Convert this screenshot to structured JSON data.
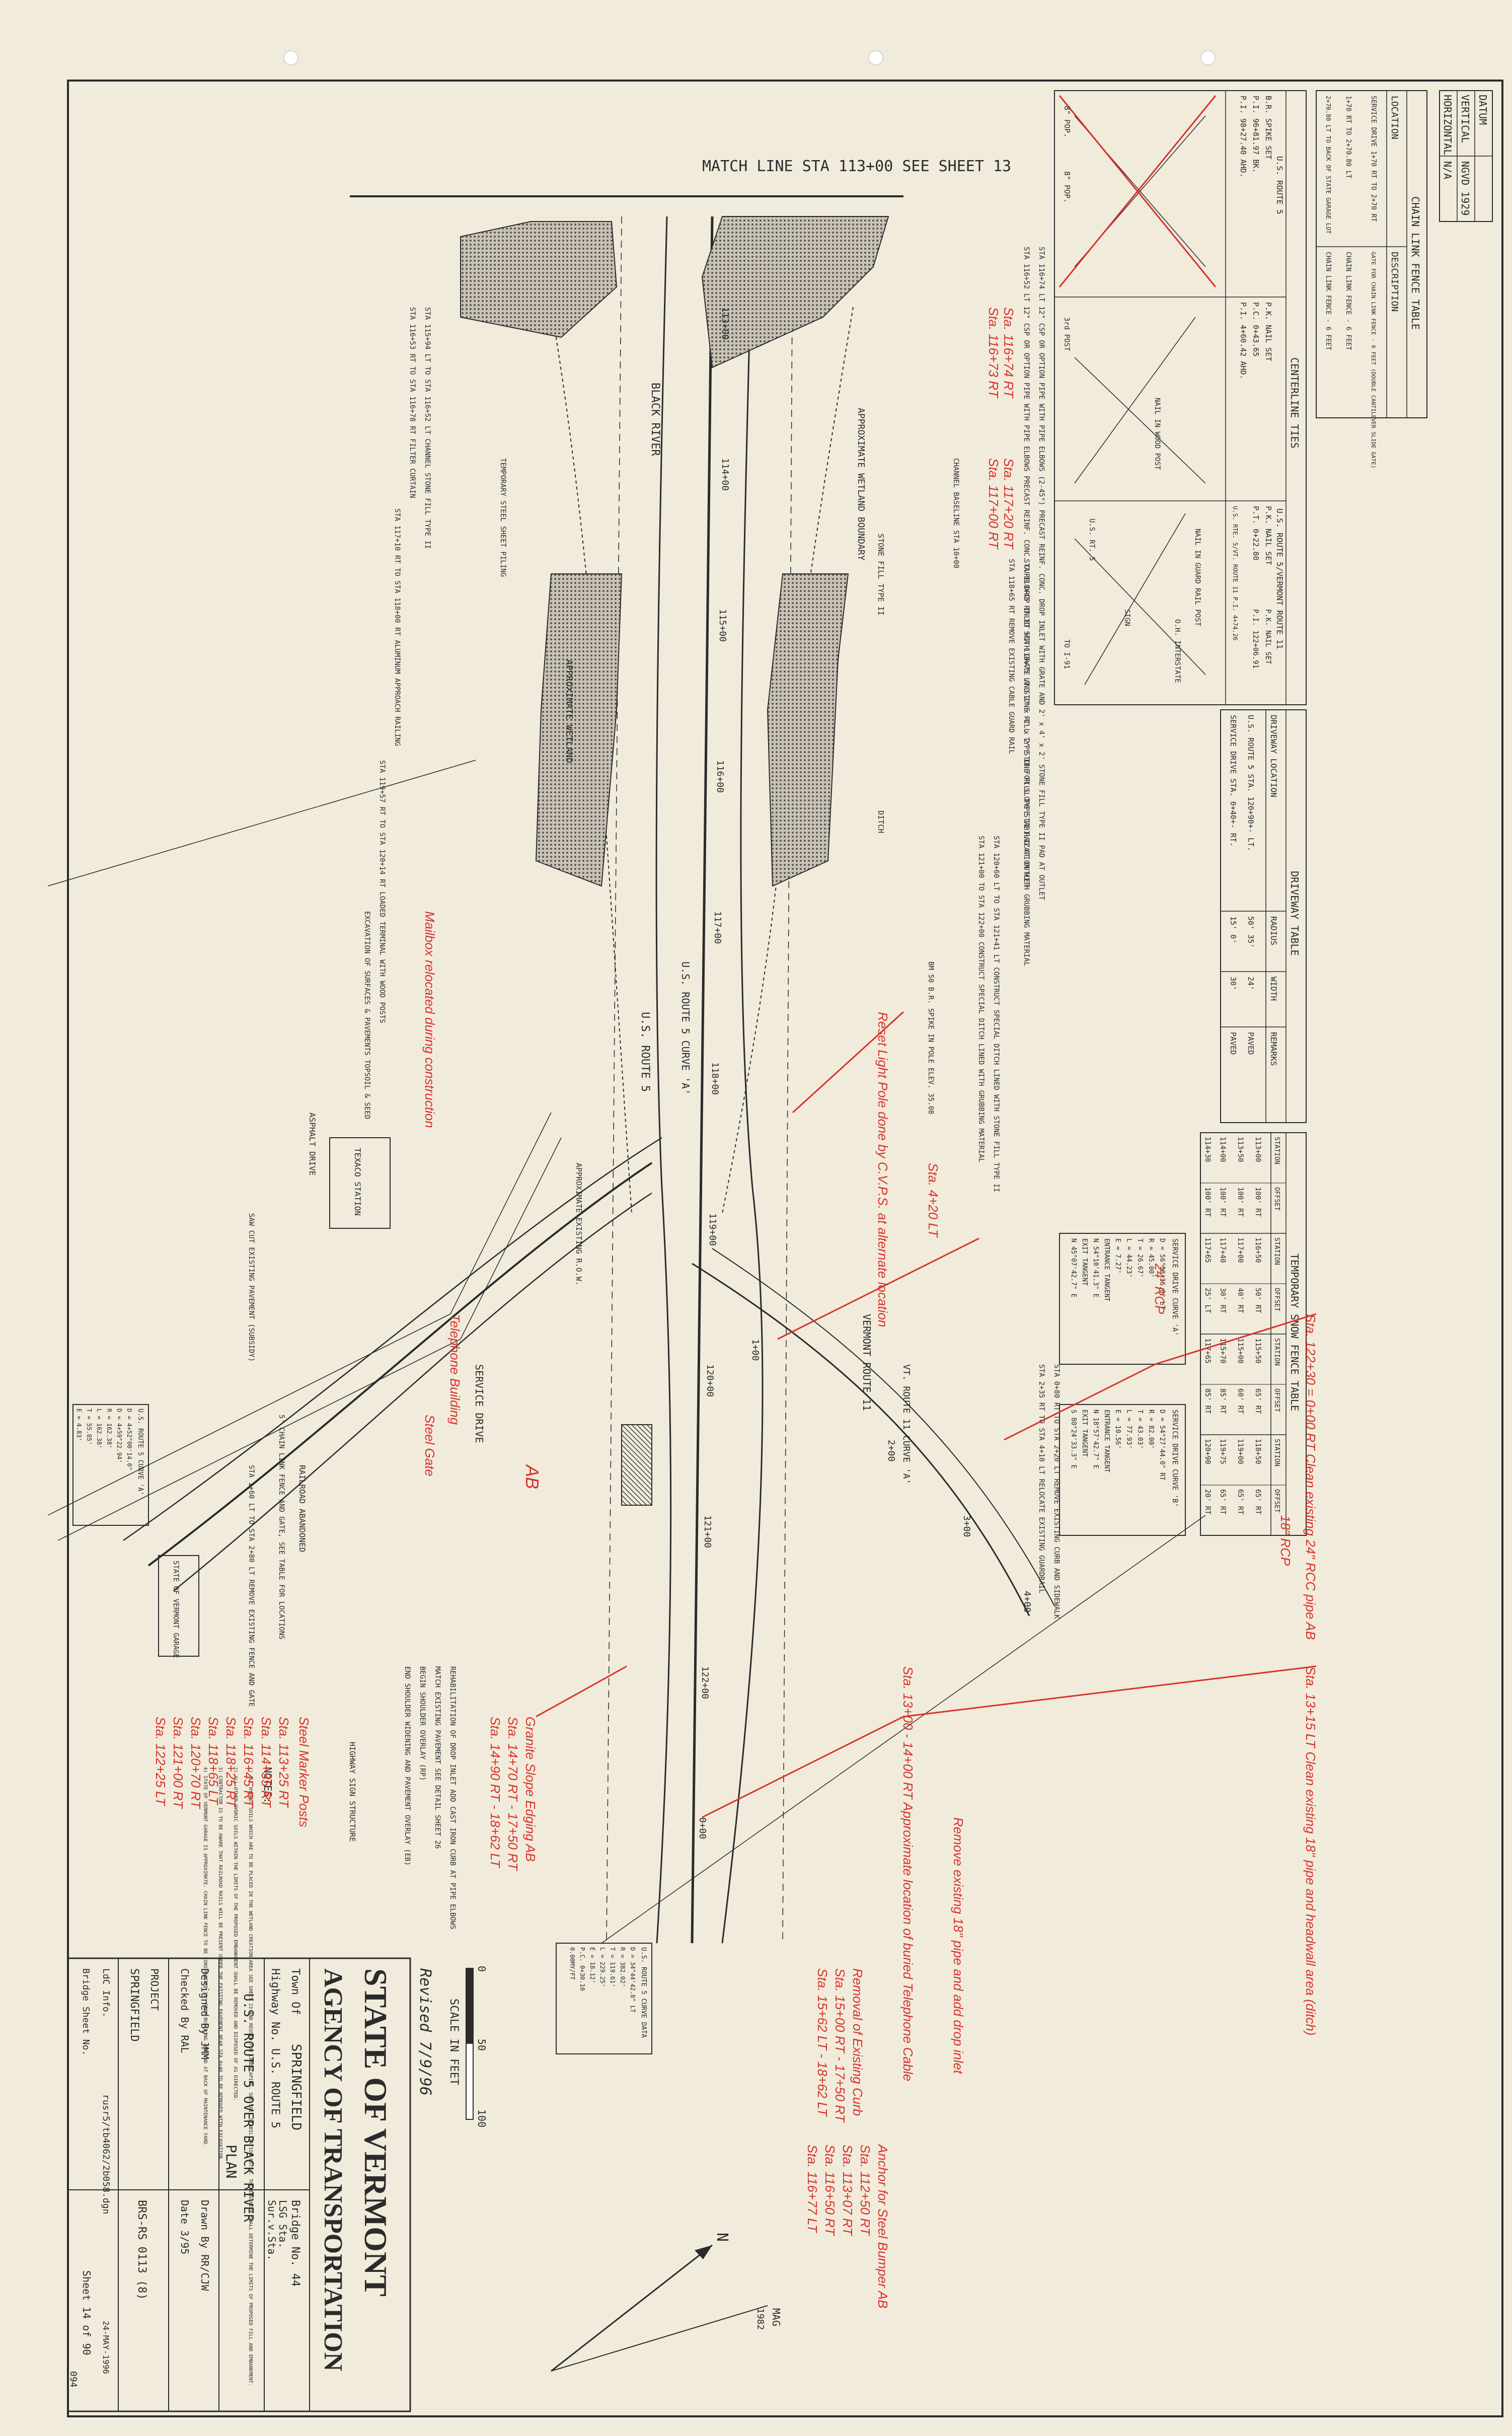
{
  "title_block": {
    "state": "STATE OF VERMONT",
    "agency": "AGENCY OF TRANSPORTATION",
    "town_label": "Town Of",
    "town": "SPRINGFIELD",
    "bridge_no": "Bridge No. 44",
    "highway": "Highway No. U.S. ROUTE 5",
    "lsg": "LSG Sta.",
    "survey": "Sur.v.Sta.",
    "project_desc": "U.S. ROUTE 5 OVER BLACK RIVER",
    "sheet_type": "PLAN",
    "designed_by": "Designed By JMM",
    "drawn_by": "Drawn By RR/CJW",
    "checked_by": "Checked By RAL",
    "date": "Date 3/95",
    "project_label": "PROJECT",
    "project_town": "SPRINGFIELD",
    "project_no": "BRS-RS 0113 (8)",
    "ldc_info": "LdC Info.",
    "file": "rusr5/tb4062/2b058.dgn",
    "bridge_sheet": "Bridge Sheet No.",
    "sheet_of": "Sheet 14 of 90",
    "plot_date": "24-MAY-1996",
    "revised": "Revised 7/9/96",
    "scale_label": "SCALE IN FEET",
    "scale_ticks": [
      "0",
      "50",
      "100"
    ],
    "north_label": "N",
    "mag_label": "MAG",
    "mag_year": "1982",
    "page_no": "094"
  },
  "datum": {
    "rows": [
      [
        "DATUM",
        ""
      ],
      [
        "VERTICAL",
        "NGVD 1929"
      ],
      [
        "HORIZONTAL",
        "N/A"
      ]
    ]
  },
  "chain_link_table": {
    "title": "CHAIN LINK FENCE TABLE",
    "headers": [
      "LOCATION",
      "DESCRIPTION"
    ],
    "rows": [
      [
        "SERVICE DRIVE 1+70 RT TO 2+70 RT",
        "GATE FOR CHAIN LINK FENCE - 6 FEET (DOUBLE CANTILEVER SLIDE GATE)"
      ],
      [
        "1+70 RT TO 2+70.80 LT",
        "CHAIN LINK FENCE - 6 FEET"
      ],
      [
        "2+70.80 LT TO BACK OF STATE GARAGE LOT",
        "CHAIN LINK FENCE - 6 FEET"
      ]
    ]
  },
  "centerline_ties": {
    "title": "CENTERLINE TIES",
    "headers": [
      "U.S. ROUTE 5",
      "U.S. ROUTE 5/VERMONT ROUTE 11"
    ],
    "left_rows": [
      "B.R. SPIKE SET",
      "P.I. 96+81.97 BK.",
      "P.I. 98+27.40 AHD."
    ],
    "mid_rows": [
      "P.K. NAIL SET",
      "P.C. 0+43.65",
      "P.I. 4+60.42 AHD."
    ],
    "right_rows": [
      "P.K. NAIL SET",
      "P.T. 0+22.80"
    ],
    "extra_rows": [
      "P.K. NAIL SET",
      "P.I. 122+06.91",
      "U.S. RTE. 5/VT. ROUTE 11 P.I. 4+74.26"
    ],
    "tie_labels": [
      "8\" POP.",
      "8\" POP.",
      "NAIL IN WOOD POST",
      "NAIL IN GUARD RAIL POST",
      "O.H. INTERSTATE",
      "U.S. RT. 5",
      "TO I-91",
      "3rd POST",
      "SIGN"
    ]
  },
  "driveway_table": {
    "title": "DRIVEWAY TABLE",
    "headers": [
      "DRIVEWAY LOCATION",
      "RADIUS",
      "WIDTH",
      "REMARKS"
    ],
    "rows": [
      [
        "U.S. ROUTE 5 STA. 120+90+- LT.",
        "50' 35'",
        "24'",
        "PAVED"
      ],
      [
        "SERVICE DRIVE STA. 0+40+- RT.",
        "15' 0'",
        "30'",
        "PAVED"
      ]
    ]
  },
  "snow_fence_table": {
    "title": "TEMPORARY SNOW FENCE TABLE",
    "headers": [
      "STATION",
      "OFFSET",
      "STATION",
      "OFFSET",
      "STATION",
      "OFFSET",
      "STATION",
      "OFFSET"
    ],
    "rows": [
      [
        "113+00",
        "100' RT",
        "116+50",
        "50' RT",
        "115+50",
        "65' RT",
        "118+50",
        "65' RT"
      ],
      [
        "113+50",
        "100' RT",
        "117+00",
        "40' RT",
        "115+00",
        "60' RT",
        "119+00",
        "65' RT"
      ],
      [
        "114+00",
        "100' RT",
        "117+40",
        "30' RT",
        "115+70",
        "85' RT",
        "119+75",
        "65' RT"
      ],
      [
        "114+30",
        "100' RT",
        "117+65",
        "25' LT",
        "117+65",
        "85' RT",
        "120+90",
        "20' RT"
      ]
    ]
  },
  "curve_data": [
    {
      "title": "SERVICE DRIVE CURVE 'A'",
      "rows": [
        "D = 56°18'36.0\" LT",
        "R = 45.00'",
        "T = 26.67'",
        "L = 44.23'",
        "E = 7.27'",
        "ENTRANCE TANGENT",
        "N 54°10'41.3\" E",
        "EXIT TANGENT",
        "N 45°07'42.7\" E"
      ]
    },
    {
      "title": "SERVICE DRIVE CURVE 'B'",
      "rows": [
        "D = 54°27'44.0\" RT",
        "R = 82.00'",
        "T = 43.03'",
        "L = 77.93'",
        "E = 10.56'",
        "ENTRANCE TANGENT",
        "N 18°57'42.7\" E",
        "EXIT TANGENT",
        "S 80°24'33.3\" E"
      ]
    },
    {
      "title": "U.S. ROUTE 5 CURVE 'A'",
      "rows": [
        "D = 4+52°00'14.0\"",
        "D = 4+59°22.94'",
        "R = 162.38'",
        "L = 162.38'",
        "T = 55.85'",
        "E = 4.83'"
      ]
    },
    {
      "title": "U.S. ROUTE 5 CURVE DATA",
      "rows": [
        "D = 34°44'42.8\" LT",
        "R = 382.02'",
        "T = 119.61'",
        "L = 229.25'",
        "E = 18.12'",
        "P.C. 0+30.10",
        "0.00MY/FT"
      ]
    }
  ],
  "notes": {
    "title": "NOTES:",
    "items": [
      "1) ALL HYDRIC SOILS WHICH ARE TO BE PLACED IN THE WETLAND CREATION AREA SEE SHEET 23 AND REUSED FOR LANDSCAPING. SEE SOIL STABILIZATION NOTES. THE ENGINEER SHALL DETERMINE THE LIMITS OF PROPOSED FILL AND EMBANKMENT.",
      "2) ALL OTHER HYDRIC SOILS WITHIN THE LIMITS OF THE PROPOSED EMBANKMENT SHALL BE REMOVED AND DISPOSED OF AS DIRECTED.",
      "3) CONTRACTOR IS TO BE AWARE THAT RAILROAD RAILS WILL BE PRESENT UNDER THE EXISTING PAVEMENT NEAR STA 0+40 TO BE REMOVED WITH EXCAVATION.",
      "4) STATE OF VERMONT GARAGE IS APPROXIMATE. CHAIN LINK FENCE TO BE CONSTRUCTED 35' FROM BUILDING AND END AT BACK OF MAINTENANCE YARD."
    ]
  },
  "plan_labels": {
    "match_line": "MATCH LINE STA 113+00 SEE SHEET 13",
    "stations": [
      "113+00",
      "114+00",
      "115+00",
      "116+00",
      "117+00",
      "118+00",
      "119+00",
      "120+00",
      "121+00",
      "122+00",
      "0+00",
      "1+00",
      "2+00",
      "3+00",
      "4+00"
    ],
    "route_labels": [
      "U.S. ROUTE 5 CURVE 'A'",
      "VERMONT ROUTE 11",
      "U.S. ROUTE 5",
      "VT. ROUTE 11 CURVE 'A'",
      "SERVICE DRIVE"
    ],
    "area_labels": [
      "APPROXIMATE WETLAND BOUNDARY",
      "APPROXIMATE WETLAND",
      "BLACK RIVER",
      "ASPHALT DRIVE",
      "TEXACO STATION",
      "STATE OF VERMONT GARAGE",
      "HIGHWAY SIGN STRUCTURE",
      "DITCH",
      "STONE FILL TYPE II",
      "RAILROAD ABANDONED",
      "APPROXIMATE EXISTING R.O.W."
    ],
    "callouts": [
      "STA 116+74 LT 12\" CSP OR OPTION PIPE WITH PIPE ELBOWS (2-45°) PRECAST REINF. CONC. DROP INLET WITH GRATE AND 2' x 4' x 2' STONE FILL TYPE II PAD AT OUTLET",
      "STA 116+52 LT 12\" CSP OR OPTION PIPE WITH PIPE ELBOWS PRECAST REINF. CONC. CURB DROP INLET WITH GRATE AND 2' x 4' x 2' STONE FILL TYPE II PAD AT OUTLET",
      "STA 118+45 RT TO STA 118+75 LT STONE FILL TYPE II FOR SLOPE STABILIZATION WITH GRUBBING MATERIAL",
      "STA 118+65 RT REMOVE EXISTING CABLE GUARD RAIL",
      "STA 120+60 LT TO STA 121+41 LT CONSTRUCT SPECIAL DITCH LINED WITH STONE FILL TYPE II",
      "STA 121+00 TO STA 122+00 CONSTRUCT SPECIAL DITCH LINED WITH GRUBBING MATERIAL",
      "STA 0+80 RT TO STA 2+20 LT REMOVE EXISTING CURB AND SIDEWALK",
      "STA 2+35 RT TO STA 4+10 LT RELOCATE EXISTING GUARDRAIL",
      "STA 115+94 LT TO STA 116+52 LT CHANNEL STONE FILL TYPE II",
      "STA 116+53 RT TO STA 116+78 RT FILTER CURTAIN",
      "STA 117+10 RT TO STA 118+00 RT ALUMINUM APPROACH RAILING",
      "STA 119+57 RT TO STA 120+14 RT LOADED TERMINAL WITH WOOD POSTS",
      "EXCAVATION OF SURFACES & PAVEMENTS TOPSOIL & SEED",
      "5' CHAIN LINK FENCE AND GATE, SEE TABLE FOR LOCATIONS",
      "REHABILITATION OF DROP INLET ADD CAST IRON CURB AT PIPE ELBOWS",
      "MATCH EXISTING PAVEMENT SEE DETAIL SHEET 26",
      "BEGIN SHOULDER OVERLAY (RP)",
      "END SHOULDER WIDENING AND PAVEMENT OVERLAY (EB)",
      "TEMPORARY STEEL SHEET PILING",
      "BM 50 B.R. SPIKE IN POLE ELEV. 35.08",
      "CHANNEL BASELINE STA 10+00",
      "SAW CUT EXISTING PAVEMENT (SUBSIDY)",
      "STA 1+60 LT TO STA 2+80 LT REMOVE EXISTING FENCE AND GATE"
    ]
  },
  "redline": {
    "initials": "AB",
    "notes": [
      "Sta. 116+74 RT",
      "Sta. 116+73 RT",
      "Sta. 117+20 RT",
      "Sta. 117+00 RT",
      "Reset Light Pole done by C.V.P.S. at alternate location",
      "Mailbox relocated during construction",
      "Telephone Building",
      "Steel Gate",
      "Sta. 122+30 = 0+00 RT Clean existing 24\" RCC pipe AB",
      "Sta. 13+15 LT Clean existing 18\" pipe and headwall area (ditch)",
      "Sta. 13+00 - 14+00 RT Approximate location of buried Telephone Cable",
      "Granite Slope Edging AB",
      "Sta. 14+70 RT - 17+50 RT",
      "Sta. 14+90 RT - 18+62 LT",
      "Removal of Existing Curb",
      "Sta. 15+00 RT - 17+50 RT",
      "Sta. 15+62 LT - 18+62 LT",
      "Anchor for Steel Bumper AB",
      "Sta. 112+50 RT",
      "Sta. 113+07 RT",
      "Sta. 116+50 RT",
      "Sta. 116+77 LT",
      "Steel Marker Posts",
      "Remove existing 18\" pipe and add drop inlet",
      "Sta. 113+25 RT",
      "Sta. 114+35 RT",
      "Sta. 116+45 RT",
      "Sta. 118+25 RT",
      "Sta. 118+65 LT",
      "Sta. 120+70 RT",
      "Sta. 121+00 RT",
      "Sta. 122+25 LT",
      "18\" RCP",
      "24\" RCP",
      "Sta. 4+20 LT"
    ]
  },
  "colors": {
    "paper": "#f1ebdc",
    "ink": "#2b2b2b",
    "red": "#d8332a",
    "hatch": "#444444"
  }
}
